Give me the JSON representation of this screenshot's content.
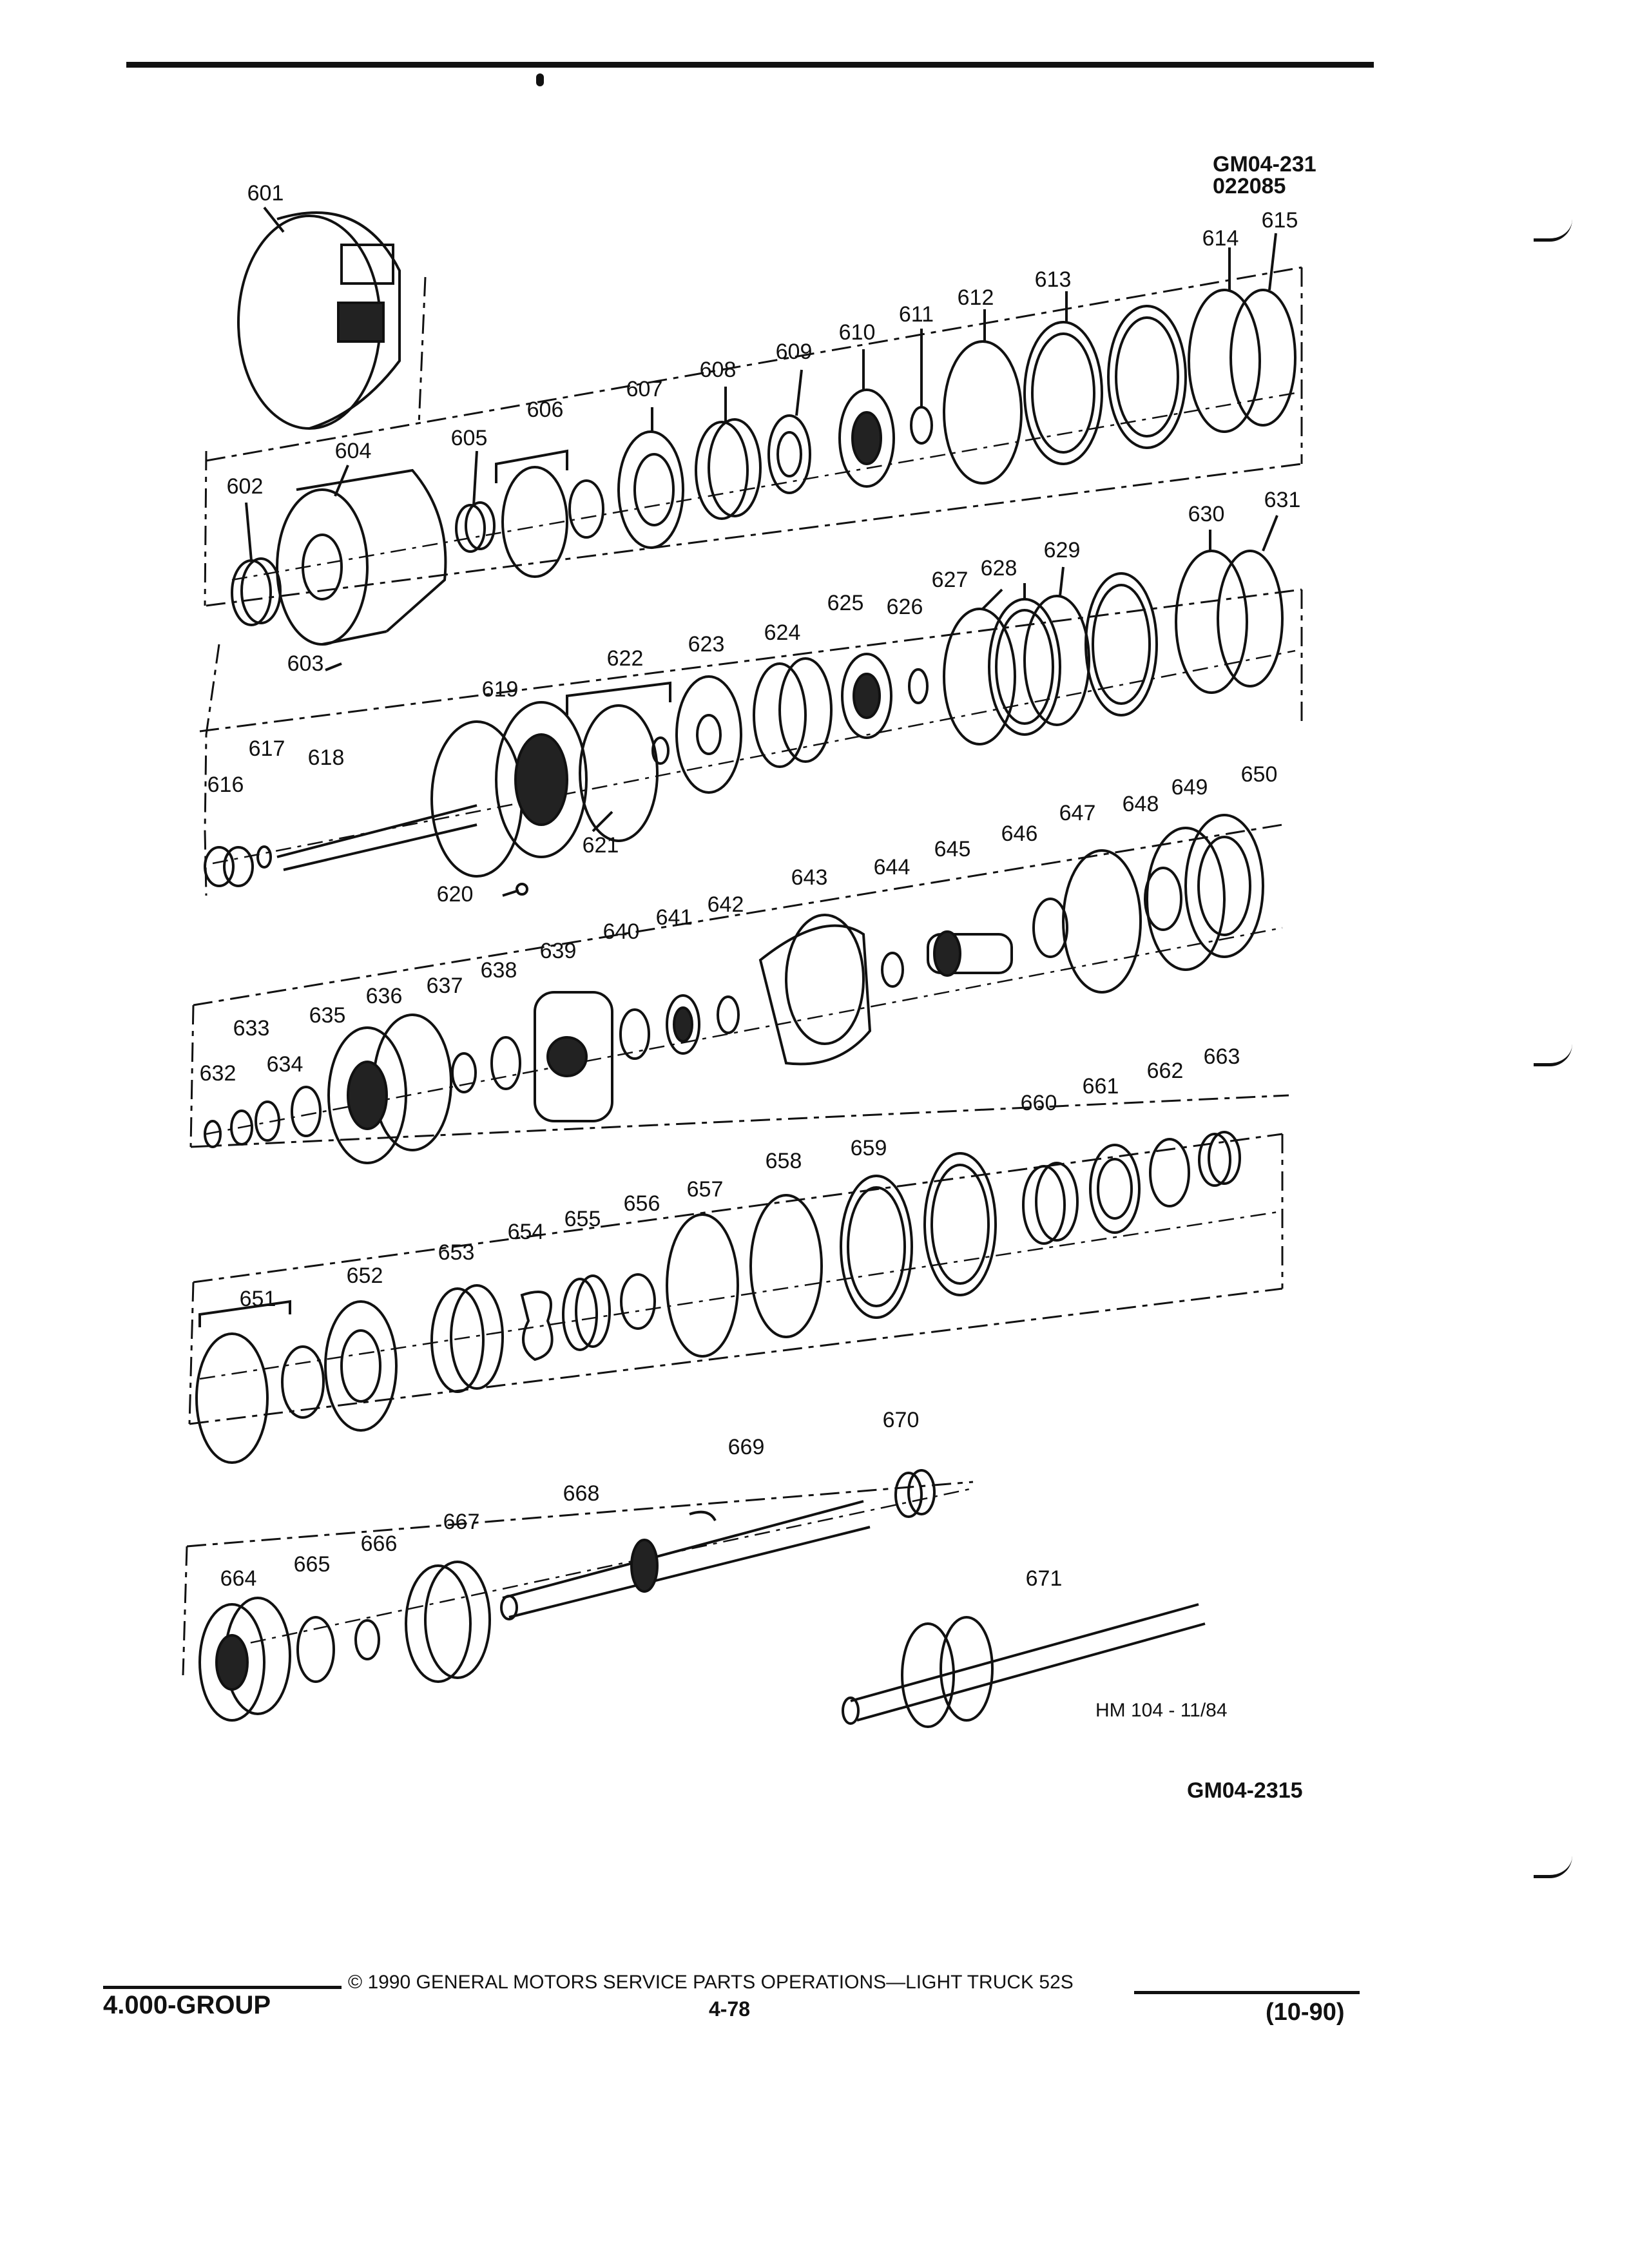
{
  "header": {
    "figure_code_top": "GM04-231",
    "figure_date": "022085",
    "figure_code_bottom": "GM04-2315",
    "drawing_ref": "HM 104 - 11/84"
  },
  "footer": {
    "group": "4.000-GROUP",
    "copyright": "© 1990 GENERAL MOTORS SERVICE PARTS OPERATIONS—LIGHT TRUCK 52S",
    "page": "4-78",
    "revision": "(10-90)"
  },
  "callouts": {
    "c601": "601",
    "c602": "602",
    "c603": "603",
    "c604": "604",
    "c605": "605",
    "c606": "606",
    "c607": "607",
    "c608": "608",
    "c609": "609",
    "c610": "610",
    "c611": "611",
    "c612": "612",
    "c613": "613",
    "c614": "614",
    "c615": "615",
    "c616": "616",
    "c617": "617",
    "c618": "618",
    "c619": "619",
    "c620": "620",
    "c621": "621",
    "c622": "622",
    "c623": "623",
    "c624": "624",
    "c625": "625",
    "c626": "626",
    "c627": "627",
    "c628": "628",
    "c629": "629",
    "c630": "630",
    "c631": "631",
    "c632": "632",
    "c633": "633",
    "c634": "634",
    "c635": "635",
    "c636": "636",
    "c637": "637",
    "c638": "638",
    "c639": "639",
    "c640": "640",
    "c641": "641",
    "c642": "642",
    "c643": "643",
    "c644": "644",
    "c645": "645",
    "c646": "646",
    "c647": "647",
    "c648": "648",
    "c649": "649",
    "c650": "650",
    "c651": "651",
    "c652": "652",
    "c653": "653",
    "c654": "654",
    "c655": "655",
    "c656": "656",
    "c657": "657",
    "c658": "658",
    "c659": "659",
    "c660": "660",
    "c661": "661",
    "c662": "662",
    "c663": "663",
    "c664": "664",
    "c665": "665",
    "c666": "666",
    "c667": "667",
    "c668": "668",
    "c669": "669",
    "c670": "670",
    "c671": "671"
  }
}
